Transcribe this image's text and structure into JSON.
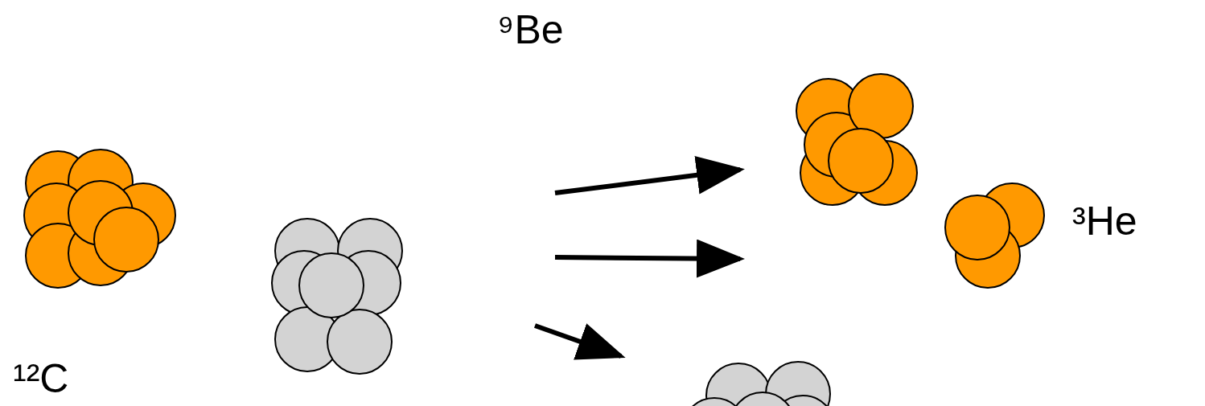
{
  "diagram": {
    "labels": [
      "¹²C",
      "⁹Be",
      "³He"
    ]
  }
}
